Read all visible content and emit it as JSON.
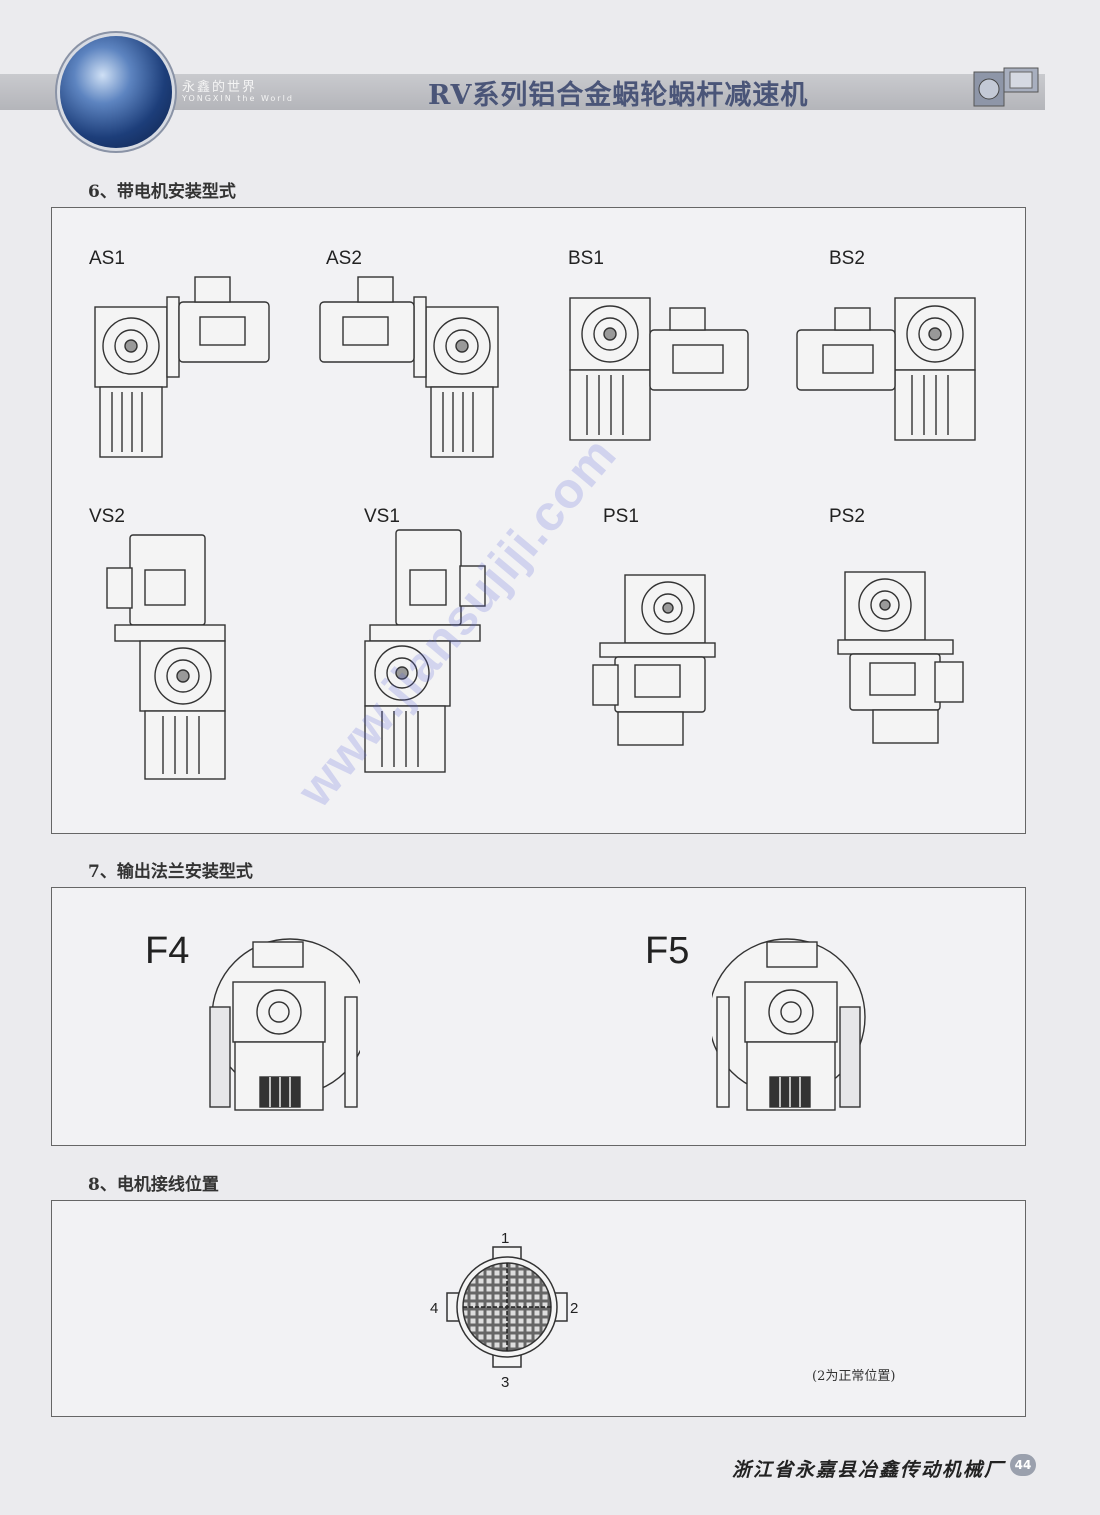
{
  "header": {
    "brand_cn": "永鑫的世界",
    "brand_en": "YONGXIN the World",
    "title": "RV系列铝合金蜗轮蜗杆减速机"
  },
  "sections": [
    {
      "title": "6、带电机安装型式",
      "labels": [
        "AS1",
        "AS2",
        "BS1",
        "BS2",
        "VS2",
        "VS1",
        "PS1",
        "PS2"
      ]
    },
    {
      "title": "7、输出法兰安装型式",
      "labels": [
        "F4",
        "F5"
      ]
    },
    {
      "title": "8、电机接线位置",
      "positions": [
        "1",
        "2",
        "3",
        "4"
      ],
      "note": "(2为正常位置)"
    }
  ],
  "watermark": "www.jiansujiji.com",
  "footer": {
    "company": "浙江省永嘉县冶鑫传动机械厂",
    "page": "44"
  },
  "colors": {
    "header_band": "#b8b9be",
    "title_text": "#4a5578",
    "box_border": "#666666",
    "watermark": "#5a64dc"
  }
}
